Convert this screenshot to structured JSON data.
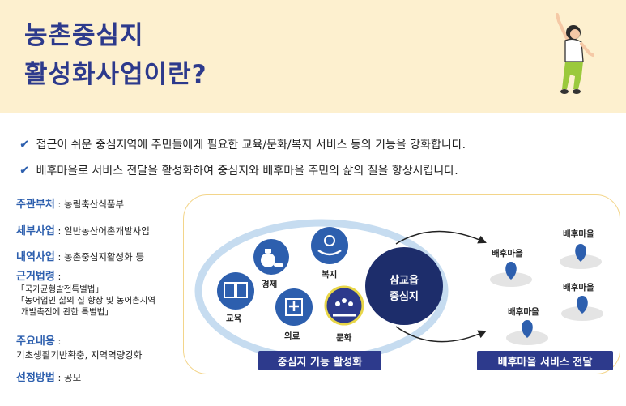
{
  "header": {
    "title_line1": "농촌중심지",
    "title_line2": "활성화사업이란?"
  },
  "bullets": [
    "접근이 쉬운 중심지역에 주민들에게 필요한 교육/문화/복지 서비스 등의 기능을 강화합니다.",
    "배후마을로 서비스 전달을 활성화하여 중심지와 배후마을 주민의 삶의 질을 향상시킵니다."
  ],
  "info": {
    "ministry_key": "주관부처",
    "ministry_val": " : 농림축산식품부",
    "detail_key": "세부사업",
    "detail_val": " : 일반농산어촌개발사업",
    "item_key": "내역사업",
    "item_val": " : 농촌중심지활성화 등",
    "law_key": "근거법령",
    "law_val": " : ",
    "law_1": "「국가균형발전특별법」",
    "law_2": "「농어업인 삶의 질 향상 및 농어촌지역",
    "law_3": "개발촉진에 관한 특별법」",
    "content_key": "주요내용",
    "content_val": " :",
    "content_desc": "기초생활기반확충, 지역역량강화",
    "select_key": "선정방법",
    "select_val": " : 공모"
  },
  "diagram": {
    "center_line1": "삼교읍",
    "center_line2": "중심지",
    "icons": {
      "education": "교육",
      "economy": "경제",
      "welfare": "복지",
      "medical": "의료",
      "culture": "문화"
    },
    "villages": [
      "배후마을",
      "배후마을",
      "배후마을",
      "배후마을"
    ],
    "banner_left": "중심지 기능 활성화",
    "banner_right": "배후마을 서비스 전달"
  },
  "colors": {
    "navy": "#2d3a8c",
    "accent_blue": "#2d5fae",
    "header_bg": "#fdf0cf",
    "ring": "#c6dcf0",
    "pin": "#2d5fae"
  }
}
